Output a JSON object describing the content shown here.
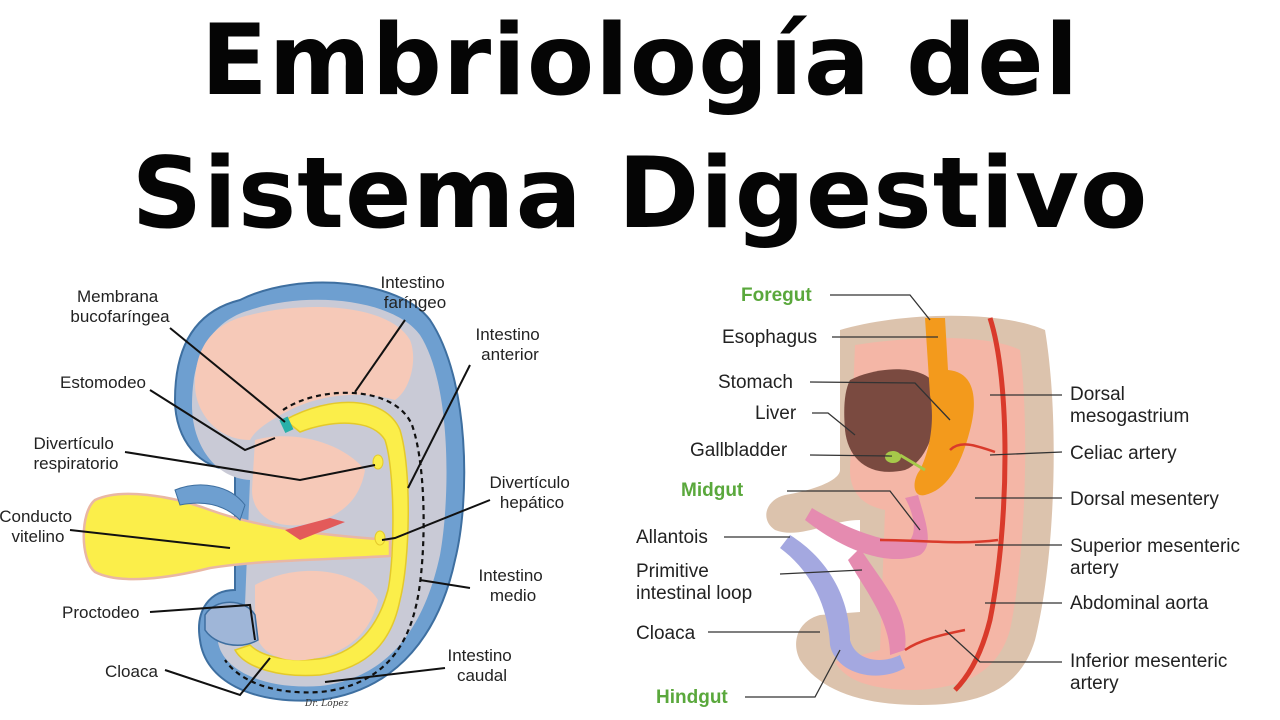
{
  "title": {
    "line1": "Embriología del",
    "line2": "Sistema Digestivo"
  },
  "left_diagram": {
    "labels": {
      "membrana": [
        "Membrana",
        "bucofaríngea"
      ],
      "intestino_faringeo": [
        "Intestino",
        "faríngeo"
      ],
      "intestino_anterior": [
        "Intestino",
        "anterior"
      ],
      "estomodeo": "Estomodeo",
      "diverticulo_respiratorio": [
        "Divertículo",
        "respiratorio"
      ],
      "diverticulo_hepatico": [
        "Divertículo",
        "hepático"
      ],
      "conducto_vitelino": [
        "Conducto",
        "vitelino"
      ],
      "intestino_medio": [
        "Intestino",
        "medio"
      ],
      "proctodeo": "Proctodeo",
      "cloaca": "Cloaca",
      "intestino_caudal": [
        "Intestino",
        "caudal"
      ]
    },
    "signature": "Dr. López"
  },
  "right_diagram": {
    "labels": {
      "foregut": "Foregut",
      "esophagus": "Esophagus",
      "stomach": "Stomach",
      "liver": "Liver",
      "gallbladder": "Gallbladder",
      "midgut": "Midgut",
      "allantois": "Allantois",
      "primitive_loop": [
        "Primitive",
        "intestinal loop"
      ],
      "cloaca": "Cloaca",
      "hindgut": "Hindgut",
      "dorsal_mesogastrium": [
        "Dorsal",
        "mesogastrium"
      ],
      "celiac_artery": "Celiac artery",
      "dorsal_mesentery": "Dorsal mesentery",
      "superior_mesenteric": [
        "Superior mesenteric",
        "artery"
      ],
      "abdominal_aorta": "Abdominal aorta",
      "inferior_mesenteric": [
        "Inferior mesenteric",
        "artery"
      ]
    }
  },
  "colors": {
    "title": "#050505",
    "green_label": "#5aa83c",
    "endoderm_yellow": "#fbee4a",
    "embryo_blue": "#6e9fd0",
    "skin_pink": "#f6c9b8",
    "aorta_red": "#d93a2b",
    "foregut_orange": "#f39a1c",
    "liver_brown": "#7a4a40"
  }
}
